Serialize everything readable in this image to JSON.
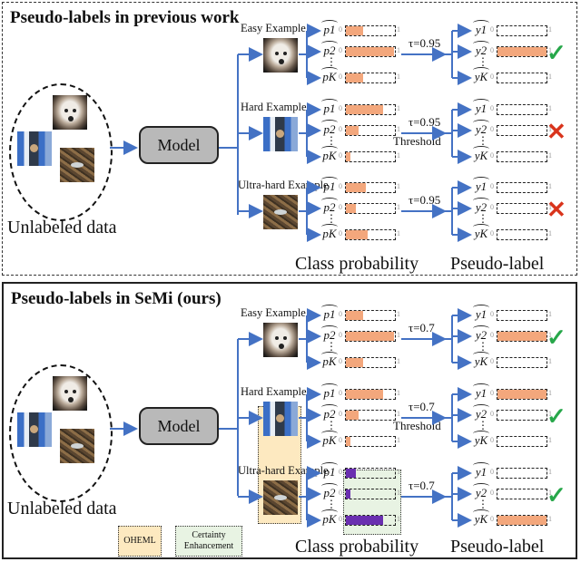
{
  "panels": [
    {
      "title": "Pseudo-labels in previous work",
      "unlabeled_label": "Unlabeled data",
      "model_label": "Model",
      "class_prob_label": "Class probability",
      "pseudo_label_label": "Pseudo-label",
      "threshold_label": "Threshold",
      "examples": [
        {
          "name": "Easy Example",
          "image": "dog",
          "tau": "τ=0.95",
          "probs": [
            0.35,
            0.98,
            0.35
          ],
          "labels": [
            0,
            1,
            0
          ],
          "result": "check"
        },
        {
          "name": "Hard Example",
          "image": "car",
          "tau": "τ=0.95",
          "probs": [
            0.75,
            0.25,
            0.1
          ],
          "labels": [
            0,
            0,
            0
          ],
          "result": "cross"
        },
        {
          "name": "Ultra-hard Example",
          "image": "bird",
          "tau": "τ=0.95",
          "probs": [
            0.4,
            0.2,
            0.45
          ],
          "labels": [
            0,
            0,
            0
          ],
          "result": "cross"
        }
      ]
    },
    {
      "title": "Pseudo-labels in SeMi (ours)",
      "unlabeled_label": "Unlabeled data",
      "model_label": "Model",
      "class_prob_label": "Class probability",
      "pseudo_label_label": "Pseudo-label",
      "threshold_label": "Threshold",
      "examples": [
        {
          "name": "Easy Example",
          "image": "dog",
          "tau": "τ=0.7",
          "probs": [
            0.35,
            0.98,
            0.35
          ],
          "labels": [
            0,
            1,
            0
          ],
          "result": "check",
          "bar_color": "orange"
        },
        {
          "name": "Hard Example",
          "image": "car",
          "tau": "τ=0.7",
          "probs": [
            0.75,
            0.25,
            0.1
          ],
          "labels": [
            1,
            0,
            0
          ],
          "result": "check",
          "bar_color": "orange"
        },
        {
          "name": "Ultra-hard Example",
          "image": "bird",
          "tau": "τ=0.7",
          "probs": [
            0.2,
            0.1,
            0.75
          ],
          "labels": [
            0,
            0,
            1
          ],
          "result": "check",
          "bar_color": "purple"
        }
      ],
      "legend": [
        {
          "label": "OHEML",
          "color": "#fde9c0"
        },
        {
          "label": "Certainty Enhancement",
          "color": "#e8f3e3"
        }
      ]
    }
  ],
  "variables": {
    "p": [
      "p1",
      "p2",
      "pK"
    ],
    "y": [
      "y1",
      "y2",
      "yK"
    ],
    "scale_min": "0",
    "scale_max": "1",
    "vdots": "⋮"
  },
  "colors": {
    "arrow": "#4472c4",
    "prob_fill": "#f3a77c",
    "enhanced_fill": "#6a2fb0",
    "check": "#27a74a",
    "cross": "#d9341c",
    "model_box": "#b9b9b9"
  },
  "icons": {
    "check": "✓",
    "cross": "✕"
  }
}
